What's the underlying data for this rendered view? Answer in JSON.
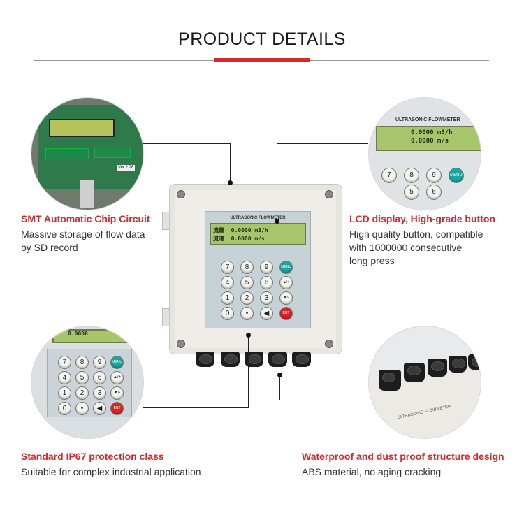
{
  "header": {
    "title": "PRODUCT DETAILS"
  },
  "colors": {
    "accent": "#d52b2b",
    "title_red": "#d8282f"
  },
  "device": {
    "panel_label": "ULTRASONIC FLOWMETER",
    "lcd_line1": "0.0000 m3/h",
    "lcd_line2": "0.0000 m/s",
    "lcd_label1": "流量",
    "lcd_label2": "流速",
    "keys": [
      "7",
      "8",
      "9",
      "MENU",
      "4",
      "5",
      "6",
      "▲/+",
      "1",
      "2",
      "3",
      "▼/-",
      "0",
      "•",
      "◀",
      "ENT"
    ]
  },
  "features": [
    {
      "title": "SMT Automatic Chip Circuit",
      "desc_lines": [
        "Massive storage of flow data",
        "by SD record"
      ]
    },
    {
      "title": "LCD display, High-grade button",
      "desc_lines": [
        "High quality button, compatible",
        "with 1000000 consecutive",
        "long press"
      ]
    },
    {
      "title": "Standard IP67 protection class",
      "desc_lines": [
        "Suitable for complex industrial application"
      ]
    },
    {
      "title": "Waterproof and dust proof structure design",
      "desc_lines": [
        "ABS material, no aging cracking"
      ]
    }
  ],
  "detail_circles": {
    "circuit_board_label": "Ver 2.26",
    "lcd_zoom_label": "ULTRASONIC FLOWMETER",
    "lcd_zoom_line1": "0.0000 m3/h",
    "lcd_zoom_line2": "0.0000 m/s",
    "keypad_zoom_lcd": "0.0000",
    "glands_zoom_label": "ULTRASONIC FLOWMETER"
  }
}
